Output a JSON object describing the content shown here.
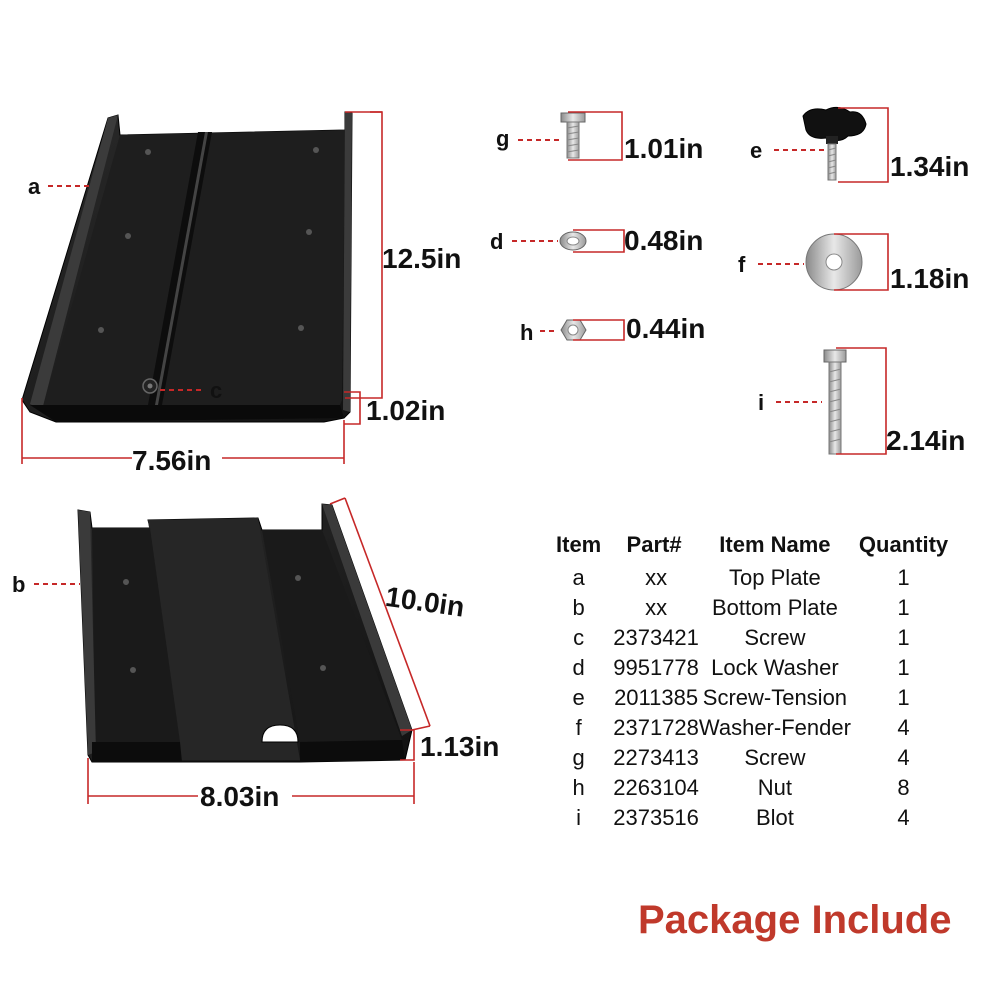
{
  "parts": {
    "top_plate": {
      "letter": "a",
      "width": "7.56in",
      "length": "12.5in",
      "height": "1.02in"
    },
    "bottom_plate": {
      "letter": "b",
      "width": "8.03in",
      "length": "10.0in",
      "height": "1.13in"
    },
    "screw_c": {
      "letter": "c"
    },
    "screw_g": {
      "letter": "g",
      "size": "1.01in"
    },
    "lock_washer": {
      "letter": "d",
      "size": "0.48in"
    },
    "nut": {
      "letter": "h",
      "size": "0.44in"
    },
    "screw_tension": {
      "letter": "e",
      "size": "1.34in"
    },
    "washer_fender": {
      "letter": "f",
      "size": "1.18in"
    },
    "bolt": {
      "letter": "i",
      "size": "2.14in"
    }
  },
  "table": {
    "headers": [
      "Item",
      "Part#",
      "Item Name",
      "Quantity"
    ],
    "rows": [
      {
        "item": "a",
        "part": "xx",
        "name": "Top Plate",
        "qty": "1"
      },
      {
        "item": "b",
        "part": "xx",
        "name": "Bottom Plate",
        "qty": "1"
      },
      {
        "item": "c",
        "part": "2373421",
        "name": "Screw",
        "qty": "1"
      },
      {
        "item": "d",
        "part": "9951778",
        "name": "Lock Washer",
        "qty": "1"
      },
      {
        "item": "e",
        "part": "2011385",
        "name": "Screw-Tension",
        "qty": "1"
      },
      {
        "item": "f",
        "part": "2371728",
        "name": "Washer-Fender",
        "qty": "4"
      },
      {
        "item": "g",
        "part": "2273413",
        "name": "Screw",
        "qty": "4"
      },
      {
        "item": "h",
        "part": "2263104",
        "name": "Nut",
        "qty": "8"
      },
      {
        "item": "i",
        "part": "2373516",
        "name": "Blot",
        "qty": "4"
      }
    ]
  },
  "footer": {
    "title": "Package Include"
  },
  "colors": {
    "accent": "#c62828",
    "title": "#c0392b",
    "plate": "#1c1c1c"
  }
}
